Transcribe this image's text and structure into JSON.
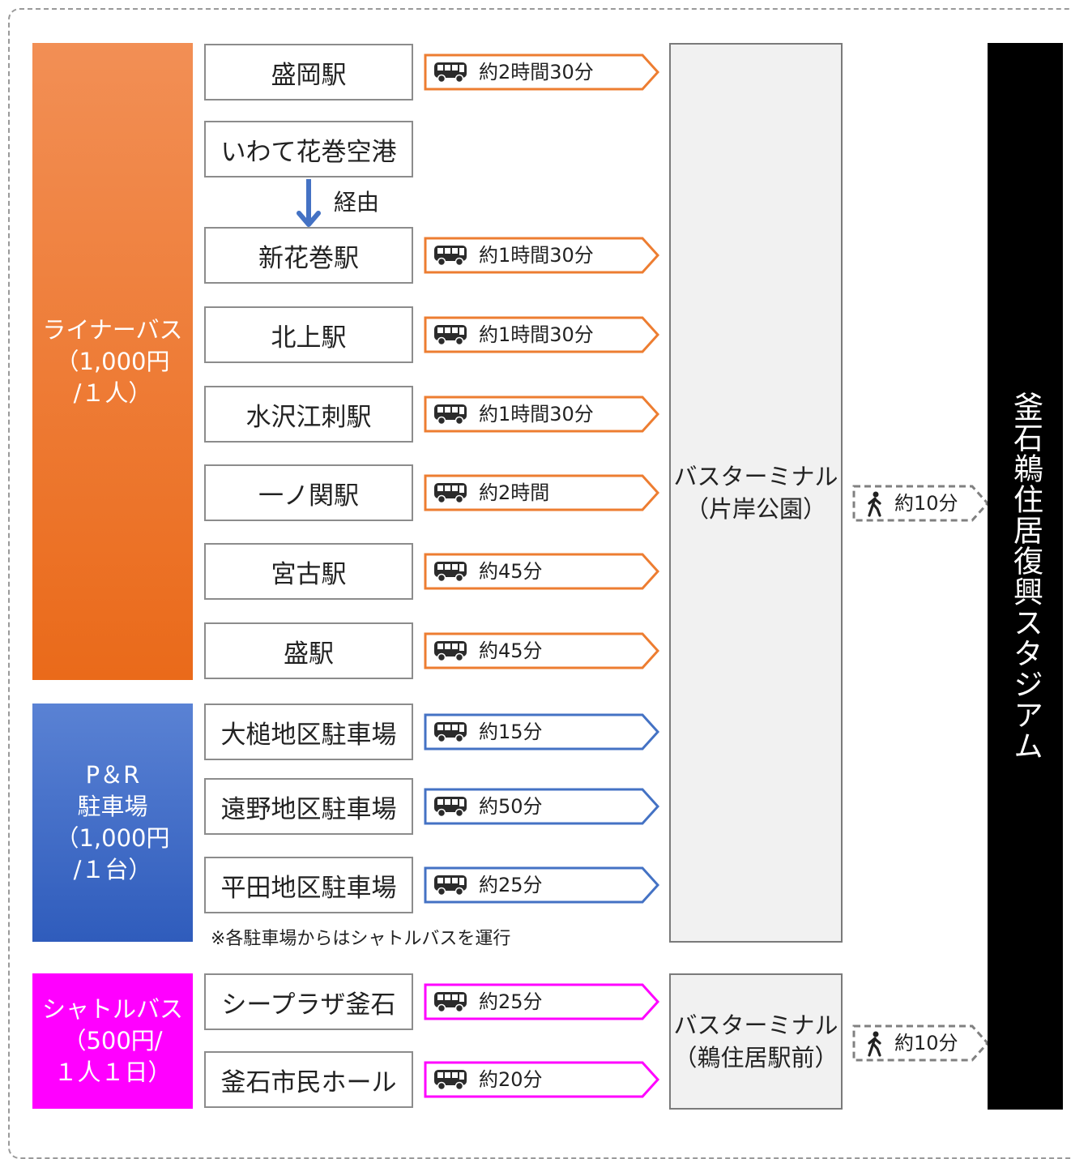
{
  "colors": {
    "liner": "#ED7D31",
    "pr": "#4472C4",
    "shuttle": "#FF00FF",
    "walk": "#808080",
    "stadium": "#000000"
  },
  "categories": {
    "liner": {
      "lines": [
        "ライナーバス",
        "（1,000円",
        "/１人）"
      ]
    },
    "pr": {
      "lines": [
        "P＆R",
        "駐車場",
        "（1,000円",
        "/１台）"
      ]
    },
    "shuttle": {
      "lines": [
        "シャトルバス",
        "（500円/",
        "１人１日）"
      ]
    }
  },
  "stations": [
    {
      "name": "盛岡駅",
      "time": "約2時間30分",
      "group": "liner"
    },
    {
      "name": "いわて花巻空港",
      "time": null,
      "group": "liner"
    },
    {
      "name": "新花巻駅",
      "time": "約1時間30分",
      "group": "liner"
    },
    {
      "name": "北上駅",
      "time": "約1時間30分",
      "group": "liner"
    },
    {
      "name": "水沢江刺駅",
      "time": "約1時間30分",
      "group": "liner"
    },
    {
      "name": "一ノ関駅",
      "time": "約2時間",
      "group": "liner"
    },
    {
      "name": "宮古駅",
      "time": "約45分",
      "group": "liner"
    },
    {
      "name": "盛駅",
      "time": "約45分",
      "group": "liner"
    },
    {
      "name": "大槌地区駐車場",
      "time": "約15分",
      "group": "pr"
    },
    {
      "name": "遠野地区駐車場",
      "time": "約50分",
      "group": "pr"
    },
    {
      "name": "平田地区駐車場",
      "time": "約25分",
      "group": "pr"
    },
    {
      "name": "シープラザ釜石",
      "time": "約25分",
      "group": "shuttle"
    },
    {
      "name": "釜石市民ホール",
      "time": "約20分",
      "group": "shuttle"
    }
  ],
  "via_label": "経由",
  "pr_note": "※各駐車場からはシャトルバスを運行",
  "terminals": [
    {
      "line1": "バスターミナル",
      "line2": "（片岸公園）",
      "walk": "約10分"
    },
    {
      "line1": "バスターミナル",
      "line2": "（鵜住居駅前）",
      "walk": "約10分"
    }
  ],
  "stadium": "釜石鵜住居復興スタジアム"
}
